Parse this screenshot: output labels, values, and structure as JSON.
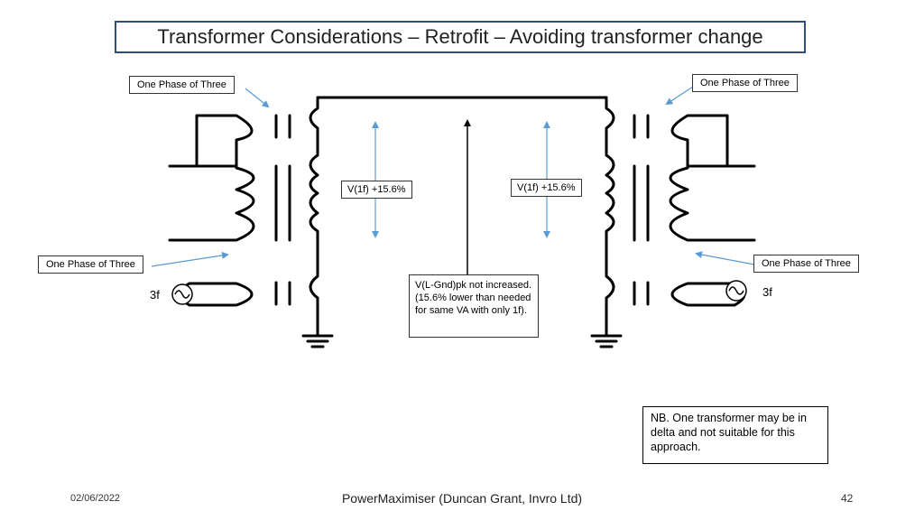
{
  "title": "Transformer Considerations – Retrofit – Avoiding transformer change",
  "labels": {
    "phase_top_left": "One Phase of Three",
    "phase_top_right": "One Phase of Three",
    "phase_mid_left": "One Phase of Three",
    "phase_mid_right": "One Phase of Three",
    "voltage_left": "V(1f)  +15.6%",
    "voltage_right": "V(1f)  +15.6%",
    "source_left": "3f",
    "source_right": "3f"
  },
  "center_note": "V(L-Gnd)pk not increased. (15.6% lower than needed for same VA with only 1f).",
  "nb_note": "NB. One transformer may be in delta and not suitable for this approach.",
  "footer": {
    "date": "02/06/2022",
    "center": "PowerMaximiser  (Duncan Grant, Invro Ltd)",
    "page": "42"
  },
  "colors": {
    "line": "#000000",
    "arrow": "#5b9bd5",
    "title_border": "#2f4f79"
  }
}
